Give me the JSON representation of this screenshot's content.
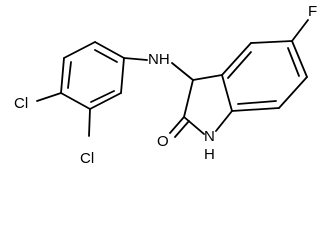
{
  "molecule": {
    "atoms": {
      "amine": "NH",
      "fluorine": "F",
      "carbonyl_oxygen": "O",
      "lactam_nitrogen": "N",
      "lactam_hydrogen": "H",
      "chlorine_para": "Cl",
      "chlorine_meta": "Cl"
    },
    "colors": {
      "bond": "#000000",
      "text": "#000000",
      "background": "#ffffff"
    }
  }
}
